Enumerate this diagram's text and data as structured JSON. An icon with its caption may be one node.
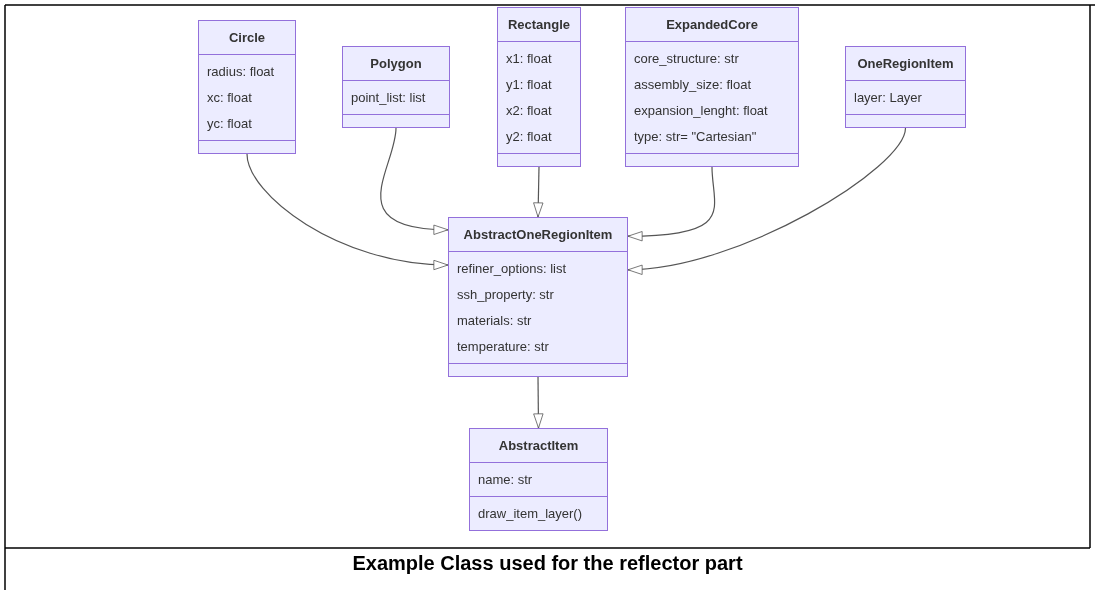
{
  "diagram": {
    "caption": "Example Class used for the reflector part",
    "nodes": [
      {
        "text": [
          "Circle",
          "radius: float",
          "xc: float",
          "yc: float"
        ]
      },
      {
        "text": [
          "Polygon",
          "point_list: list"
        ]
      },
      {
        "text": [
          "Rectangle",
          "x1: float",
          "y1: float",
          "x2: float",
          "y2: float"
        ]
      },
      {
        "text": [
          "ExpandedCore",
          "core_structure: str",
          "assembly_size: float",
          "expansion_lenght: float",
          "type: str= \"Cartesian\""
        ]
      },
      {
        "text": [
          "OneRegionItem",
          "layer: Layer"
        ]
      },
      {
        "text": [
          "AbstractOneRegionItem",
          "refiner_options: list",
          "ssh_property: str",
          "materials: str",
          "temperature: str"
        ]
      },
      {
        "text": [
          "AbstractItem",
          "name: str",
          "draw_item_layer()"
        ]
      }
    ],
    "edges": [
      {
        "from": 0,
        "to": 5,
        "arrow": "to"
      },
      {
        "from": 1,
        "to": 5,
        "arrow": "to"
      },
      {
        "from": 2,
        "to": 5,
        "arrow": "to"
      },
      {
        "from": 3,
        "to": 5,
        "arrow": "to"
      },
      {
        "from": 4,
        "to": 5,
        "arrow": "to"
      },
      {
        "from": 5,
        "to": 6,
        "arrow": "to"
      }
    ]
  }
}
